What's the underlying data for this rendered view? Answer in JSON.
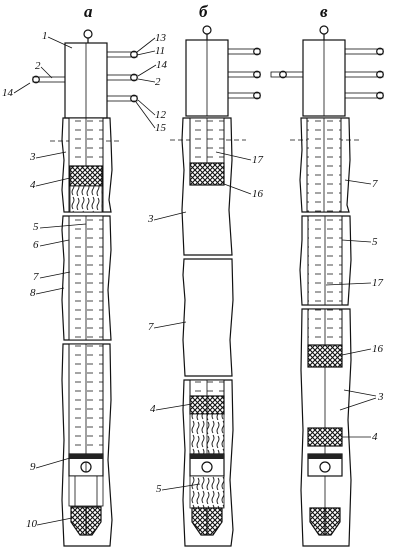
{
  "figure": {
    "panel_labels": [
      "а",
      "б",
      "в"
    ],
    "numbers": {
      "n1": "1",
      "n2": "2",
      "n2b": "2",
      "n3": "3",
      "n4": "4",
      "n5": "5",
      "n6": "6",
      "n7": "7",
      "n8": "8",
      "n9": "9",
      "n10": "10",
      "n11": "11",
      "n12": "12",
      "n13": "13",
      "n14": "14",
      "n14b": "14",
      "n15": "15",
      "b17": "17",
      "b16": "16",
      "b3": "3",
      "b7": "7",
      "b4": "4",
      "b5": "5",
      "v7": "7",
      "v5": "5",
      "v17": "17",
      "v16": "16",
      "v3": "3",
      "v4": "4"
    }
  }
}
